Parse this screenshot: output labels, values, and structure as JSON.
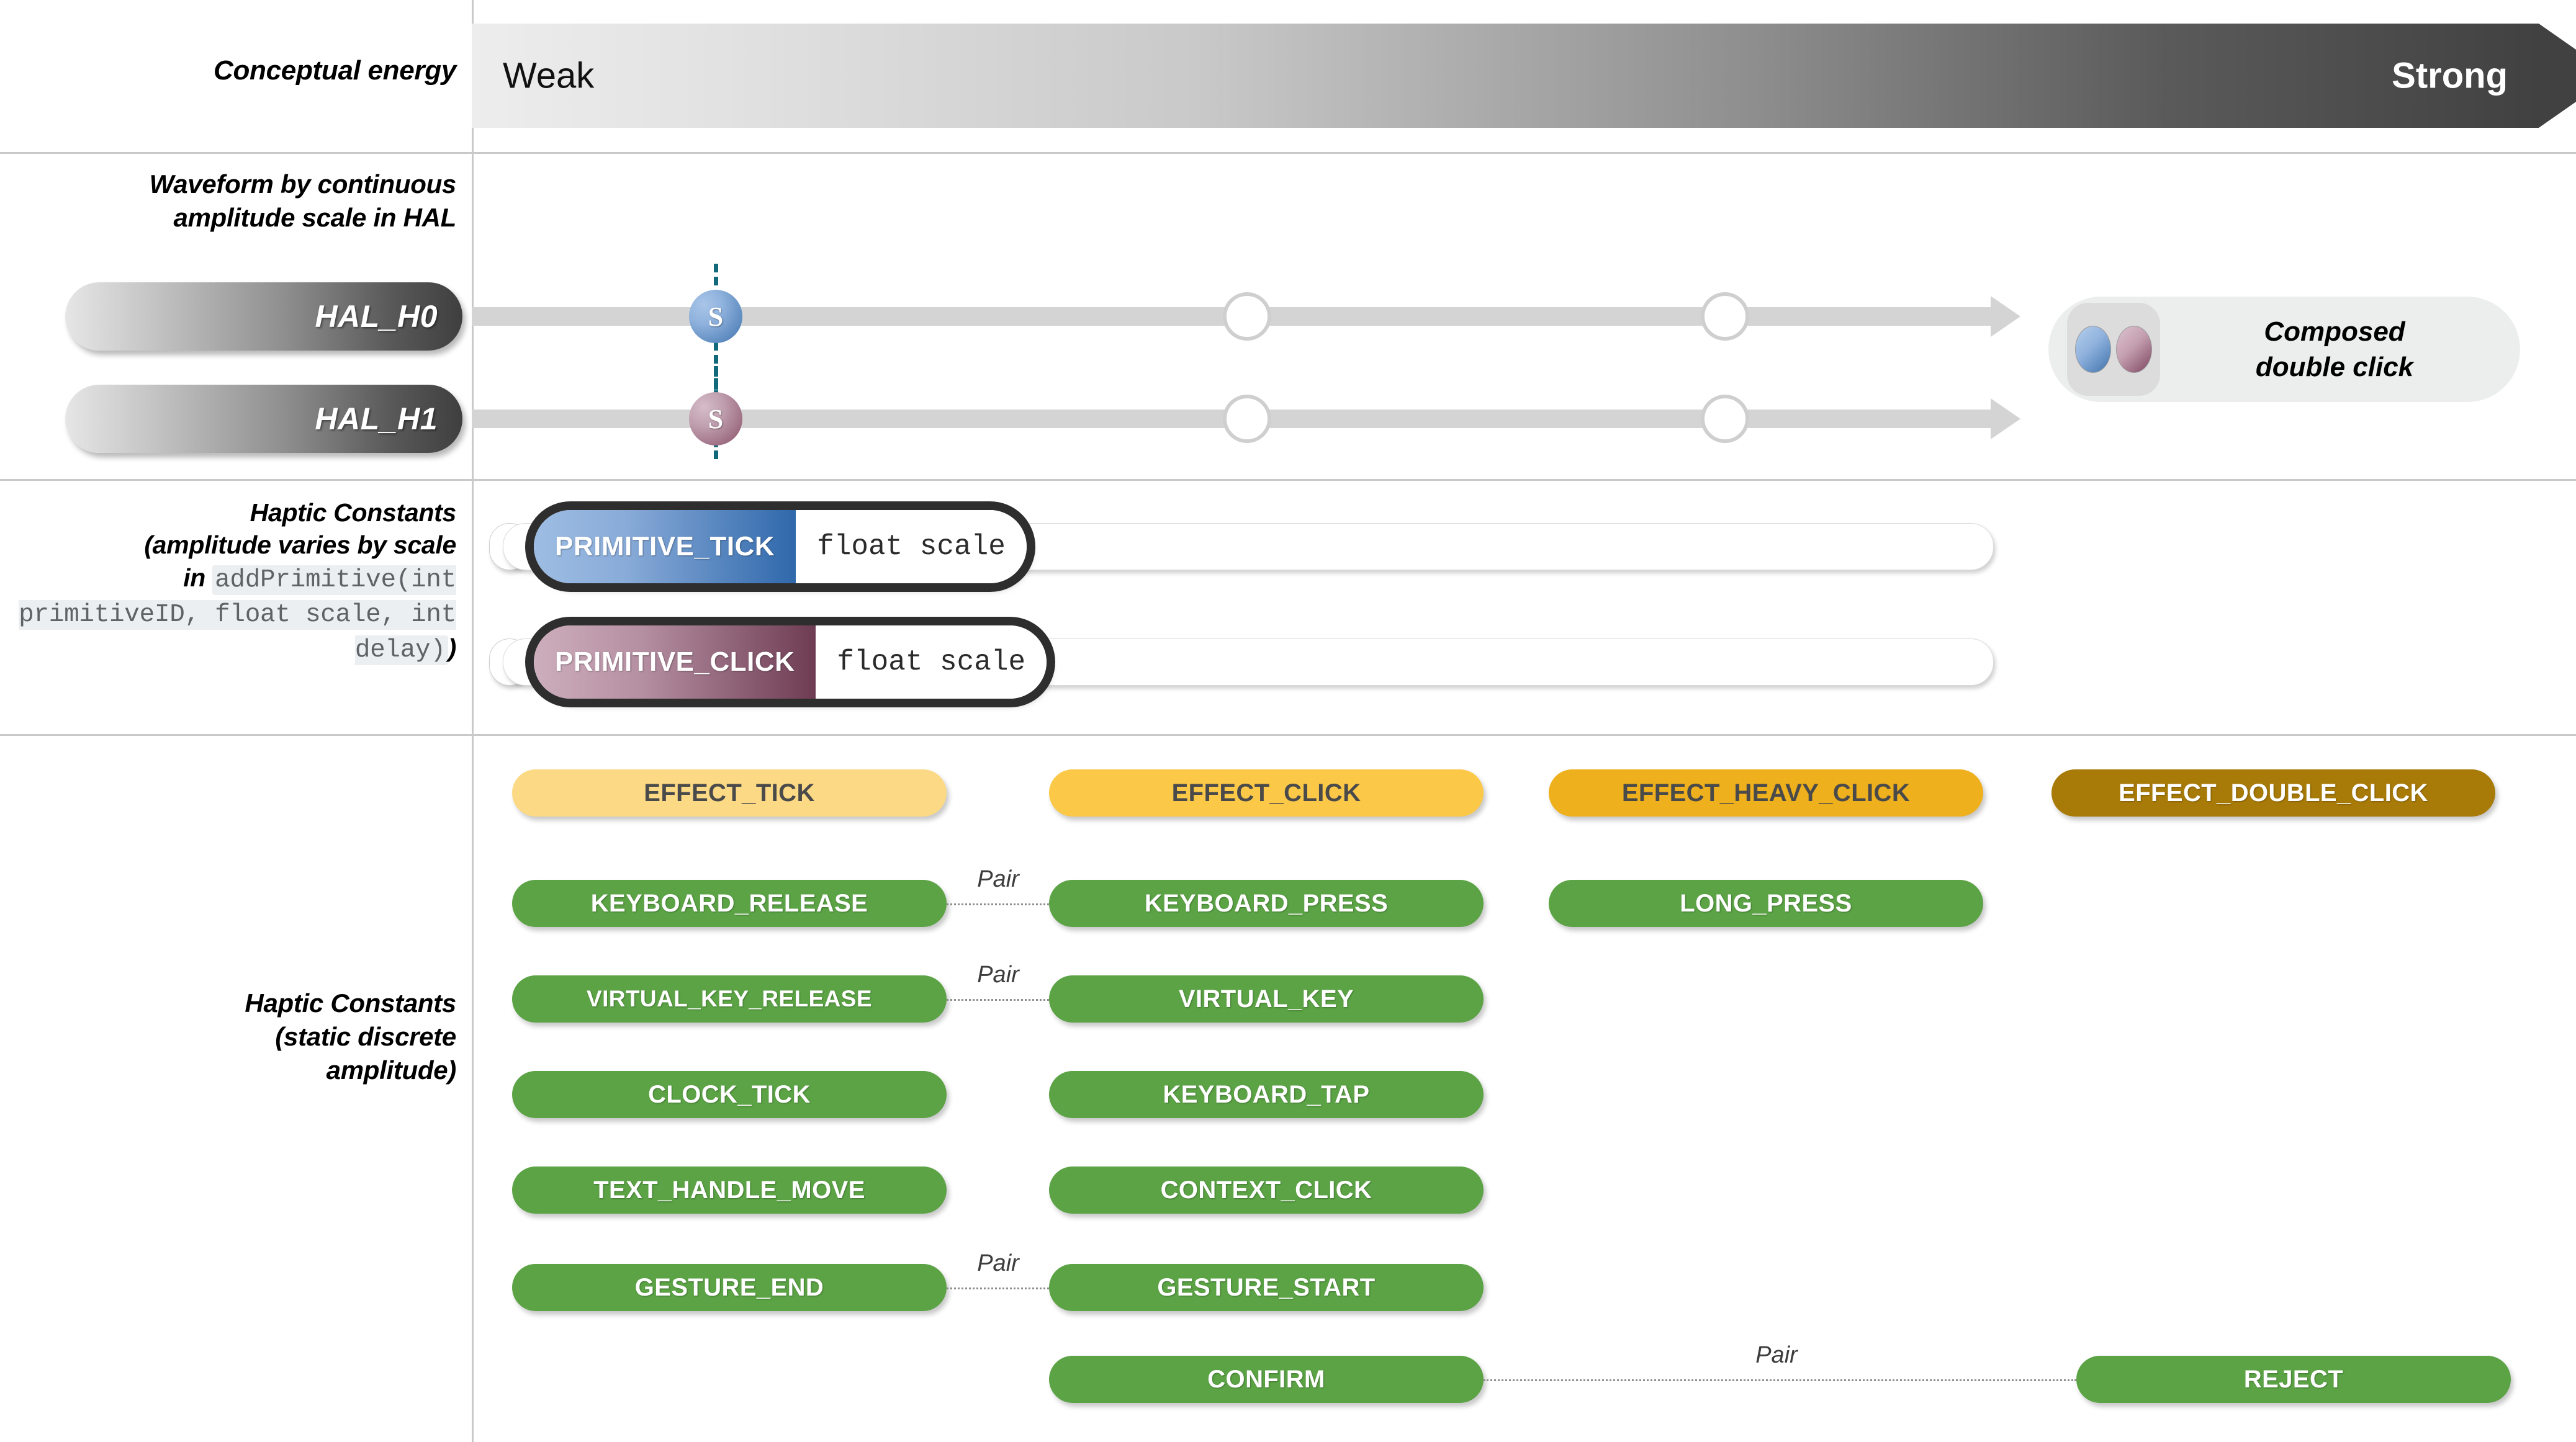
{
  "sections": {
    "conceptual_energy": {
      "label": "Conceptual energy",
      "weak": "Weak",
      "strong": "Strong"
    },
    "waveform": {
      "label_line1": "Waveform by continuous",
      "label_line2": "amplitude scale in HAL",
      "hal_rows": [
        {
          "name": "HAL_H0",
          "marker": "S"
        },
        {
          "name": "HAL_H1",
          "marker": "S"
        }
      ],
      "composed": {
        "line1": "Composed",
        "line2": "double click"
      }
    },
    "primitives": {
      "label_line1": "Haptic Constants",
      "label_line2": "(amplitude varies by scale",
      "label_line3_prefix": "in ",
      "label_code": "addPrimitive(int primitiveID, float scale, int delay)",
      "label_line3_suffix": ")",
      "rows": [
        {
          "name": "PRIMITIVE_TICK",
          "arg": "float scale"
        },
        {
          "name": "PRIMITIVE_CLICK",
          "arg": "float scale"
        }
      ]
    },
    "static_constants": {
      "label_line1": "Haptic Constants",
      "label_line2": "(static discrete",
      "label_line3": "amplitude)",
      "effects": [
        {
          "name": "EFFECT_TICK",
          "color": "#fbd985",
          "text_color": "dark"
        },
        {
          "name": "EFFECT_CLICK",
          "color": "#fbc848",
          "text_color": "dark"
        },
        {
          "name": "EFFECT_HEAVY_CLICK",
          "color": "#eeb01c",
          "text_color": "dark"
        },
        {
          "name": "EFFECT_DOUBLE_CLICK",
          "color": "#a87a07",
          "text_color": "light"
        }
      ],
      "green_color": "#5ba345",
      "rows": [
        {
          "col1": "KEYBOARD_RELEASE",
          "col2": "KEYBOARD_PRESS",
          "col3": "LONG_PRESS",
          "col4": "",
          "pair": "Pair"
        },
        {
          "col1": "VIRTUAL_KEY_RELEASE",
          "col2": "VIRTUAL_KEY",
          "col3": "",
          "col4": "",
          "pair": "Pair"
        },
        {
          "col1": "CLOCK_TICK",
          "col2": "KEYBOARD_TAP",
          "col3": "",
          "col4": "",
          "pair": ""
        },
        {
          "col1": "TEXT_HANDLE_MOVE",
          "col2": "CONTEXT_CLICK",
          "col3": "",
          "col4": "",
          "pair": ""
        },
        {
          "col1": "GESTURE_END",
          "col2": "GESTURE_START",
          "col3": "",
          "col4": "",
          "pair": "Pair"
        },
        {
          "col1": "",
          "col2": "CONFIRM",
          "col3": "",
          "col4": "REJECT",
          "pair": "Pair"
        }
      ]
    }
  }
}
